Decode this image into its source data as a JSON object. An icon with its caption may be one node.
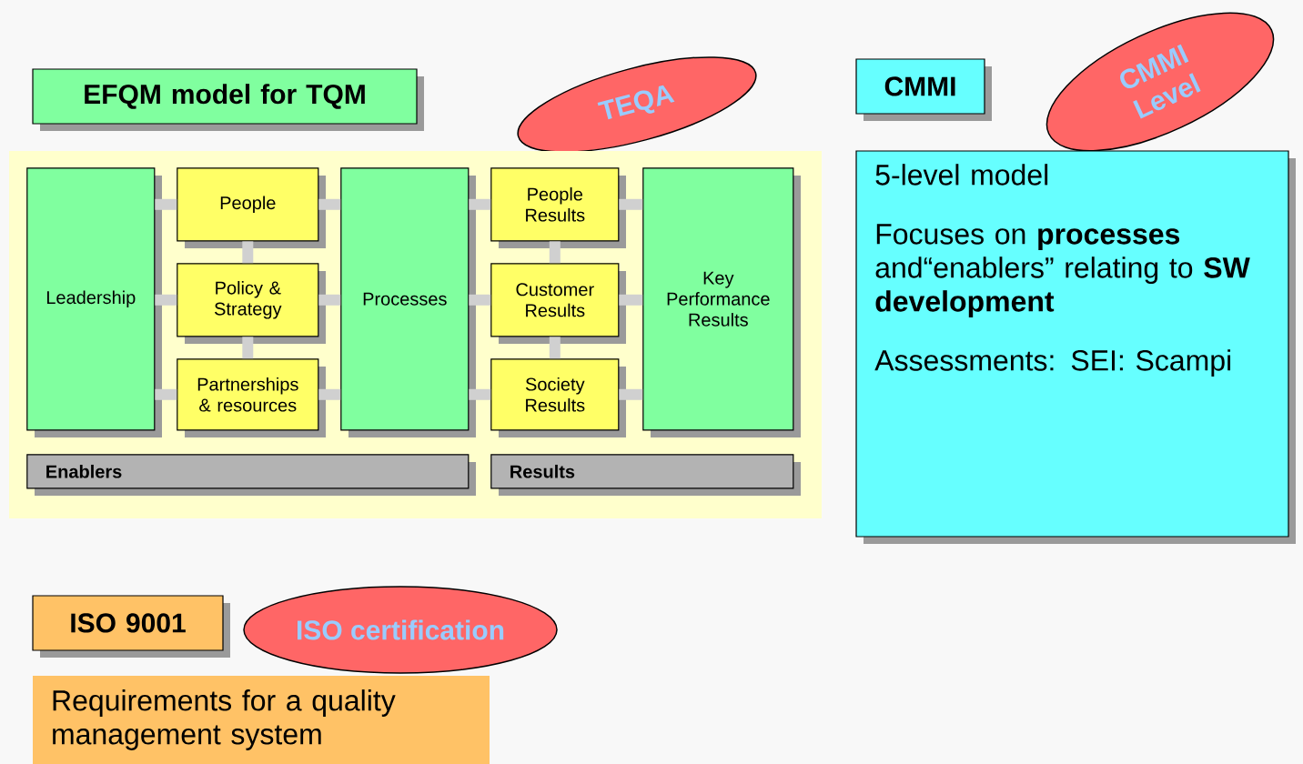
{
  "diagram": {
    "nodes": [
      {
        "text": [
          "EFQM model for TQM"
        ]
      },
      {
        "text": [
          "TEQA"
        ]
      },
      {
        "text": [],
        "shape": "box"
      },
      {
        "text": [
          "Leadership"
        ],
        "in": 2
      },
      {
        "text": [
          "People"
        ],
        "in": 2
      },
      {
        "text": [
          "Policy & Strategy"
        ],
        "in": 2
      },
      {
        "text": [
          "Partnerships & resources"
        ],
        "in": 2
      },
      {
        "text": [
          "Processes"
        ],
        "in": 2
      },
      {
        "text": [
          "People Results"
        ],
        "in": 2
      },
      {
        "text": [
          "Customer Results"
        ],
        "in": 2
      },
      {
        "text": [
          "Society Results"
        ],
        "in": 2
      },
      {
        "text": [
          "Key Performance Results"
        ],
        "in": 2
      },
      {
        "text": [
          "Enablers"
        ],
        "in": 2
      },
      {
        "text": [
          "Results"
        ],
        "in": 2
      },
      {
        "text": [
          "CMMI"
        ]
      },
      {
        "text": [
          "CMMI Level"
        ]
      },
      {
        "text": [
          "5-level model",
          "Focuses on **processes** and“enablers” relating to **SW development**",
          "Assessments: SEI: Scampi"
        ]
      },
      {
        "text": [
          "ISO 9001"
        ]
      },
      {
        "text": [
          "ISO certification"
        ]
      },
      {
        "text": [
          "Requirements for a quality management system"
        ]
      }
    ],
    "edges": [
      {
        "from": 3,
        "to": 4,
        "arrow": "none"
      },
      {
        "from": 3,
        "to": 5,
        "arrow": "none"
      },
      {
        "from": 3,
        "to": 6,
        "arrow": "none"
      },
      {
        "from": 4,
        "to": 5,
        "arrow": "none"
      },
      {
        "from": 5,
        "to": 6,
        "arrow": "none"
      },
      {
        "from": 4,
        "to": 7,
        "arrow": "none"
      },
      {
        "from": 5,
        "to": 7,
        "arrow": "none"
      },
      {
        "from": 6,
        "to": 7,
        "arrow": "none"
      },
      {
        "from": 7,
        "to": 8,
        "arrow": "none"
      },
      {
        "from": 7,
        "to": 9,
        "arrow": "none"
      },
      {
        "from": 7,
        "to": 10,
        "arrow": "none"
      },
      {
        "from": 8,
        "to": 9,
        "arrow": "none"
      },
      {
        "from": 9,
        "to": 10,
        "arrow": "none"
      },
      {
        "from": 8,
        "to": 11,
        "arrow": "none"
      },
      {
        "from": 9,
        "to": 11,
        "arrow": "none"
      },
      {
        "from": 10,
        "to": 11,
        "arrow": "none"
      }
    ]
  }
}
